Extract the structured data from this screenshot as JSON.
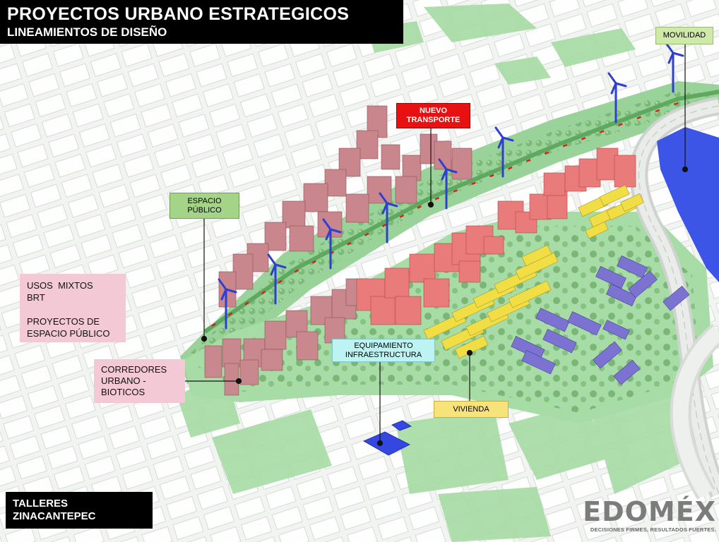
{
  "title": {
    "main": "PROYECTOS URBANO ESTRATEGICOS",
    "subtitle": "LINEAMIENTOS DE DISEÑO"
  },
  "labels": {
    "movilidad": "MOVILIDAD",
    "nuevo_transporte": [
      "NUEVO",
      "TRANSPORTE"
    ],
    "espacio_publico": [
      "ESPACIO",
      "PÚBLICO"
    ],
    "equipamiento": [
      "EQUIPAMIENTO",
      "INFRAESTRUCTURA"
    ],
    "vivienda": "VIVIENDA",
    "usos_mixtos": [
      "USOS  MIXTOS",
      "BRT",
      "PROYECTOS DE",
      "ESPACIO PÚBLICO"
    ],
    "corredores": [
      "CORREDORES",
      "URBANO -",
      "BIOTICOS"
    ]
  },
  "footer": {
    "talleres": [
      "TALLERES",
      "ZINACANTEPEC"
    ],
    "logo": "EDOMÉX",
    "logo_tagline": "DECISIONES FIRMES, RESULTADOS FUERTES."
  },
  "colors": {
    "residential_mixed": "#c98a8e",
    "commercial": "#e87878",
    "housing": "#f2e04a",
    "equipment_blue": "#7a72cf",
    "water": "#3a55e0",
    "green_space": "#9bd29b",
    "turbine": "#2f3fd0"
  },
  "icons": [
    "wind-turbine-icon",
    "tree-icon"
  ]
}
